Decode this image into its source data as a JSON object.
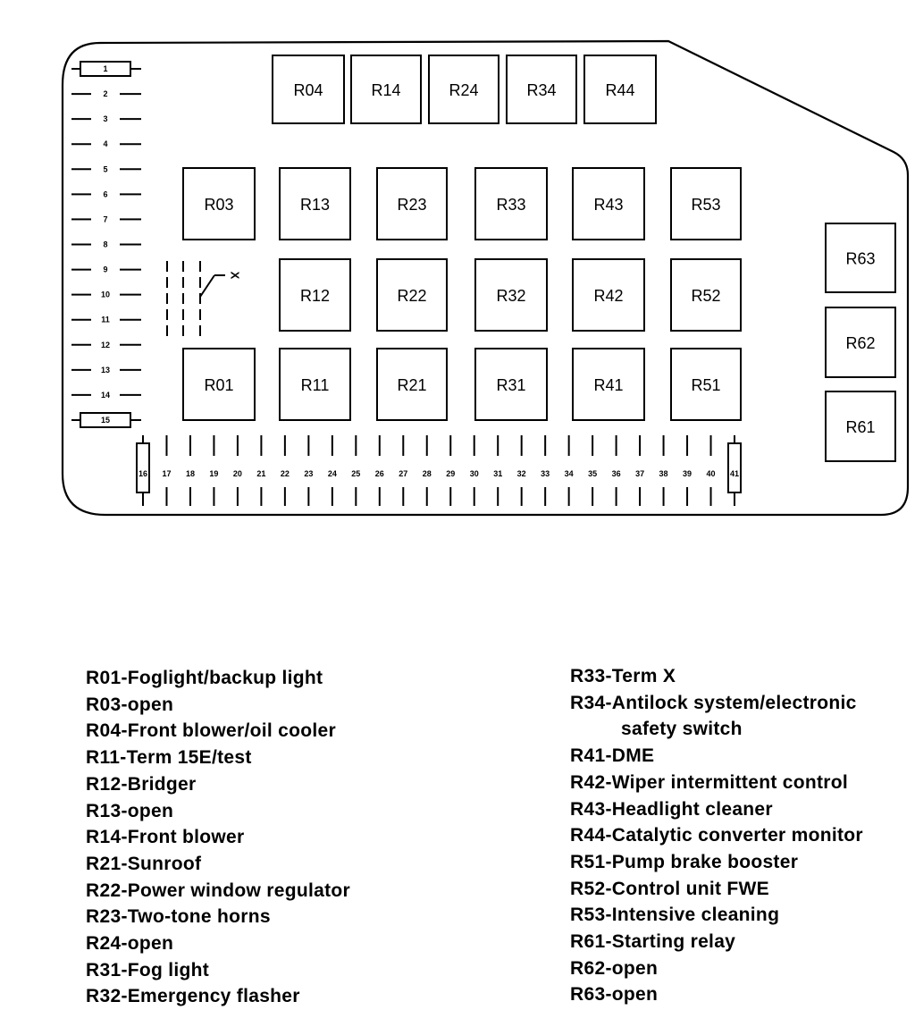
{
  "relays": [
    {
      "id": "r04",
      "label": "R04"
    },
    {
      "id": "r14",
      "label": "R14"
    },
    {
      "id": "r24",
      "label": "R24"
    },
    {
      "id": "r34",
      "label": "R34"
    },
    {
      "id": "r44",
      "label": "R44"
    },
    {
      "id": "r03",
      "label": "R03"
    },
    {
      "id": "r13",
      "label": "R13"
    },
    {
      "id": "r23",
      "label": "R23"
    },
    {
      "id": "r33",
      "label": "R33"
    },
    {
      "id": "r43",
      "label": "R43"
    },
    {
      "id": "r53",
      "label": "R53"
    },
    {
      "id": "r12",
      "label": "R12"
    },
    {
      "id": "r22",
      "label": "R22"
    },
    {
      "id": "r32",
      "label": "R32"
    },
    {
      "id": "r42",
      "label": "R42"
    },
    {
      "id": "r52",
      "label": "R52"
    },
    {
      "id": "r01",
      "label": "R01"
    },
    {
      "id": "r11",
      "label": "R11"
    },
    {
      "id": "r21",
      "label": "R21"
    },
    {
      "id": "r31",
      "label": "R31"
    },
    {
      "id": "r41",
      "label": "R41"
    },
    {
      "id": "r51",
      "label": "R51"
    },
    {
      "id": "r63",
      "label": "R63"
    },
    {
      "id": "r62",
      "label": "R62"
    },
    {
      "id": "r61",
      "label": "R61"
    }
  ],
  "fuses_left": [
    "1",
    "2",
    "3",
    "4",
    "5",
    "6",
    "7",
    "8",
    "9",
    "10",
    "11",
    "12",
    "13",
    "14",
    "15"
  ],
  "fuses_bottom": [
    "16",
    "17",
    "18",
    "19",
    "20",
    "21",
    "22",
    "23",
    "24",
    "25",
    "26",
    "27",
    "28",
    "29",
    "30",
    "31",
    "32",
    "33",
    "34",
    "35",
    "36",
    "37",
    "38",
    "39",
    "40",
    "41"
  ],
  "term_label": "X",
  "legend_left": [
    {
      "code": "R01",
      "text": "Foglight/backup light"
    },
    {
      "code": "R03",
      "text": "open"
    },
    {
      "code": "R04",
      "text": "Front blower/oil cooler"
    },
    {
      "code": "R11",
      "text": "Term 15E/test"
    },
    {
      "code": "R12",
      "text": "Bridger"
    },
    {
      "code": "R13",
      "text": "open"
    },
    {
      "code": "R14",
      "text": "Front blower"
    },
    {
      "code": "R21",
      "text": "Sunroof"
    },
    {
      "code": "R22",
      "text": "Power window regulator"
    },
    {
      "code": "R23",
      "text": "Two-tone horns"
    },
    {
      "code": "R24",
      "text": "open"
    },
    {
      "code": "R31",
      "text": "Fog light"
    },
    {
      "code": "R32",
      "text": "Emergency flasher"
    }
  ],
  "legend_right": [
    {
      "code": "R33",
      "text": "Term X"
    },
    {
      "code": "R34",
      "text": "Antilock system/electronic",
      "cont": "safety switch"
    },
    {
      "code": "R41",
      "text": "DME"
    },
    {
      "code": "R42",
      "text": "Wiper intermittent control"
    },
    {
      "code": "R43",
      "text": "Headlight cleaner"
    },
    {
      "code": "R44",
      "text": "Catalytic converter monitor"
    },
    {
      "code": "R51",
      "text": "Pump brake booster"
    },
    {
      "code": "R52",
      "text": "Control unit FWE"
    },
    {
      "code": "R53",
      "text": "Intensive cleaning"
    },
    {
      "code": "R61",
      "text": "Starting relay"
    },
    {
      "code": "R62",
      "text": "open"
    },
    {
      "code": "R63",
      "text": "open"
    }
  ]
}
